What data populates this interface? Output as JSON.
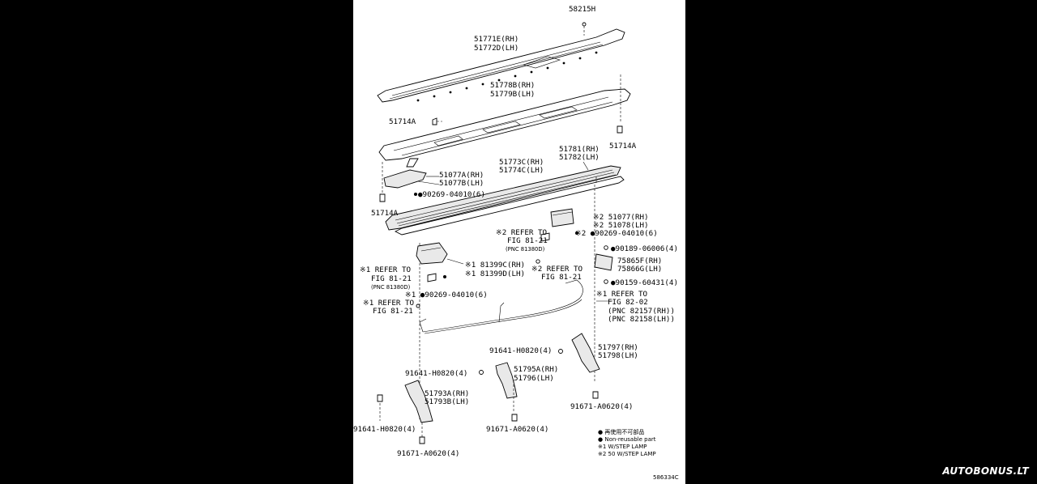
{
  "diagram": {
    "labels": {
      "p58215h": "58215H",
      "p51771e": "51771E(RH)",
      "p51772d": "51772D(LH)",
      "p51778b": "51778B(RH)",
      "p51779b": "51779B(LH)",
      "p51714a_1": "51714A",
      "p51714a_2": "51714A",
      "p51714a_3": "51714A",
      "p51781": "51781(RH)",
      "p51782": "51782(LH)",
      "p51773c": "51773C(RH)",
      "p51774c": "51774C(LH)",
      "p51077a": "51077A(RH)",
      "p51077b": "51077B(LH)",
      "p90269_1": "●90269-04010(6)",
      "p51077": "※2 51077(RH)",
      "p51078": "※2 51078(LH)",
      "p90269_2": "※2 ●90269-04010(6)",
      "ref1_line1": "※2 REFER TO",
      "ref1_line2": "FIG 81-21",
      "ref1_line3": "(PNC 81380D)",
      "p90189": "●90189-06006(4)",
      "p75865f": "75865F(RH)",
      "p75866g": "75866G(LH)",
      "p90159": "●90159-60431(4)",
      "p81399c": "※1 81399C(RH)",
      "p81399d": "※1 81399D(LH)",
      "ref2_line1": "※2 REFER TO",
      "ref2_line2": "FIG 81-21",
      "ref3_line1": "※1 REFER TO",
      "ref3_line2": "FIG 81-21",
      "ref3_line3": "(PNC 81380D)",
      "p90269_3": "※1 ●90269-04010(6)",
      "ref4_line1": "※1 REFER TO",
      "ref4_line2": "FIG 82-02",
      "ref4_line3": "(PNC 82157(RH))",
      "ref4_line4": "(PNC 82158(LH))",
      "ref5_line1": "※1 REFER TO",
      "ref5_line2": "FIG 81-21",
      "p91641_1": "91641-H0820(4)",
      "p51797": "51797(RH)",
      "p51798": "51798(LH)",
      "p91641_2": "91641-H0820(4)",
      "p51795a": "51795A(RH)",
      "p51796": "51796(LH)",
      "p51793a": "51793A(RH)",
      "p51793b": "51793B(LH)",
      "p91641_3": "91641-H0820(4)",
      "p91671_1": "91671-A0620(4)",
      "p91671_2": "91671-A0620(4)",
      "p91671_3": "91671-A0620(4)"
    },
    "legend": {
      "item1": "● 再使用不可部品",
      "item2": "● Non-reusable part",
      "item3": "※1 W/STEP LAMP",
      "item4": "※2 50 W/STEP LAMP"
    },
    "figure_code": "586334C"
  },
  "watermark": "AUTOBONUS.LT"
}
